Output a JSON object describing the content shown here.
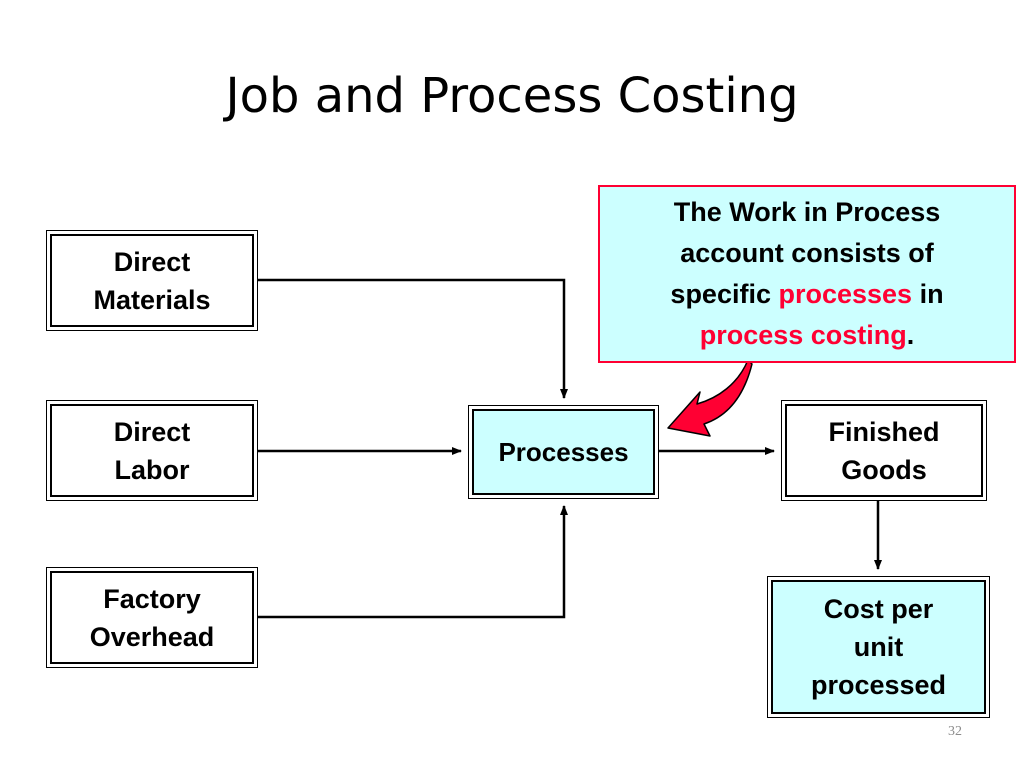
{
  "slide": {
    "title": "Job and Process Costing",
    "page_number": "32"
  },
  "boxes": {
    "direct_materials": [
      "Direct",
      "Materials"
    ],
    "direct_labor": [
      "Direct",
      "Labor"
    ],
    "factory_overhead": [
      "Factory",
      "Overhead"
    ],
    "processes": [
      "Processes"
    ],
    "finished_goods": [
      "Finished",
      "Goods"
    ],
    "cost_per_unit": [
      "Cost per",
      "unit",
      "processed"
    ]
  },
  "callout": {
    "line1": "The Work in Process",
    "line2": "account consists of",
    "line3_pre": "specific ",
    "line3_red": "processes",
    "line3_post": " in",
    "line4_red": "process costing",
    "line4_post": "."
  },
  "colors": {
    "box_fill_highlight": "#ccffff",
    "accent_red": "#ff0033",
    "line": "#000000"
  }
}
